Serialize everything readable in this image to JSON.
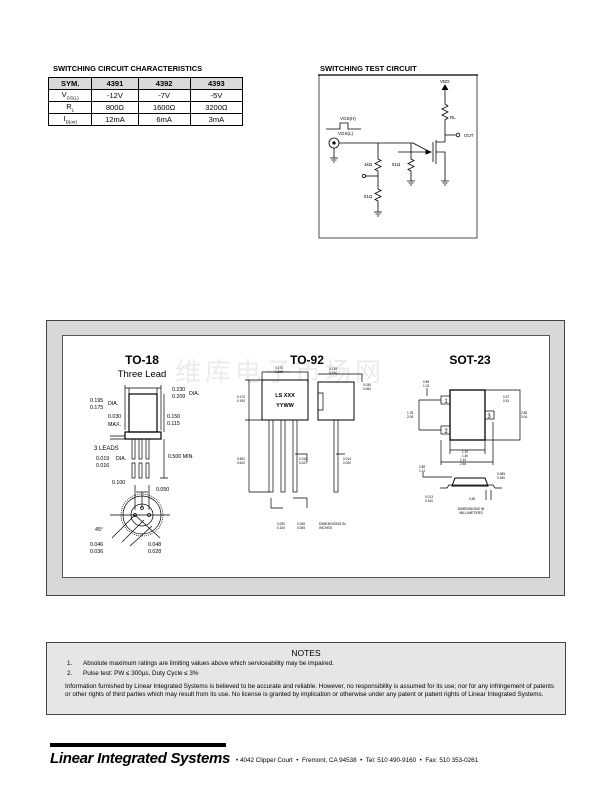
{
  "switching_characteristics": {
    "title": "SWITCHING CIRCUIT CHARACTERISTICS",
    "headers": [
      "SYM.",
      "4391",
      "4392",
      "4393"
    ],
    "rows": [
      {
        "sym": "V",
        "sub": "GS(L)",
        "values": [
          "-12V",
          "-7V",
          "-5V"
        ]
      },
      {
        "sym": "R",
        "sub": "L",
        "values": [
          "800Ω",
          "1600Ω",
          "3200Ω"
        ]
      },
      {
        "sym": "I",
        "sub": "D(on)",
        "values": [
          "12mA",
          "6mA",
          "3mA"
        ]
      }
    ]
  },
  "test_circuit": {
    "title": "SWITCHING TEST CIRCUIT",
    "vdd": "VDD",
    "rl": "RL",
    "out": "OUT",
    "vgsh": "VGS(H)",
    "vgsl": "VGS(L)",
    "r1": "1kΩ",
    "r2": "51Ω",
    "r3": "51Ω"
  },
  "packages": {
    "watermark": "维库电子市场网",
    "to18": {
      "title": "TO-18",
      "subtitle": "Three Lead",
      "d1a": "0.230",
      "d1b": "0.209",
      "dia": "DIA.",
      "d2a": "0.195",
      "d2b": "0.175",
      "d3a": "0.030",
      "max": "MAX.",
      "d4a": "0.150",
      "d4b": "0.115",
      "leads": "3 LEADS",
      "d5a": "0.019",
      "d5b": "0.016",
      "min": "0.500 MIN.",
      "p1": "0.100",
      "p2": "0.050",
      "angle": "45°",
      "d6a": "0.046",
      "d6b": "0.036",
      "d7a": "0.048",
      "d7b": "0.028"
    },
    "to92": {
      "title": "TO-92",
      "mark1": "LS XXX",
      "mark2": "YYWW",
      "note": "DIMENSIONS IN INCHES",
      "w_a": "0.175",
      "w_b": "0.195",
      "h_a": "0.170",
      "h_b": "0.190",
      "l_a": "0.500",
      "l_b": "0.610",
      "t_a": "0.135",
      "t_b": "0.150",
      "s_a": "0.030",
      "s_b": "0.060",
      "lw_a": "0.016",
      "lw_b": "0.022",
      "lt_a": "0.014",
      "lt_b": "0.020",
      "p_a": "0.090",
      "p_b": "0.100",
      "q_a": "0.045",
      "q_b": "0.055"
    },
    "sot23": {
      "title": "SOT-23",
      "note": "DIMENSIONS IN MILLIMETERS",
      "pins": [
        "1",
        "2",
        "3"
      ],
      "a1": "0.89",
      "a2": "1.03",
      "b1": "1.78",
      "b2": "2.05",
      "c1": "0.37",
      "c2": "0.51",
      "d1": "2.80",
      "d2": "3.04",
      "e1": "1.20",
      "e2": "1.40",
      "f1": "2.10",
      "f2": "2.64",
      "g1": "0.89",
      "g2": "1.12",
      "h1": "0.085",
      "h2": "0.180",
      "i1": "0.013",
      "i2": "0.100",
      "j": "0.55"
    }
  },
  "notes": {
    "title": "NOTES",
    "items": [
      {
        "n": "1.",
        "text": "Absolute maximum ratings are limiting values above which serviceability may be impaired."
      },
      {
        "n": "2.",
        "text": "Pulse test: PW ≤ 300µs, Duty Cycle ≤ 3%"
      }
    ],
    "disclaimer": "Information furnished by Linear Integrated Systems is believed to be accurate and reliable.  However, no responsibility is assumed for its use; nor for any infringement of patents or other rights of third parties which may result from its use.  No license is granted by implication or otherwise under any patent or patent rights of Linear Integrated Systems."
  },
  "footer": {
    "company": "Linear Integrated Systems",
    "address": "• 4042 Clipper Court  •  Fremont, CA 94538  •  Tel: 510 490-9160  •  Fax: 510 353-0261"
  }
}
